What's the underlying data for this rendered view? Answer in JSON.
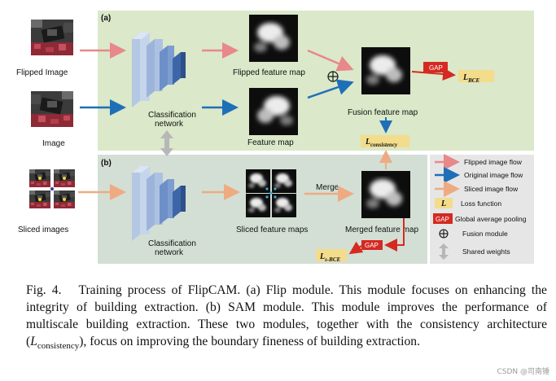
{
  "figure": {
    "panel_a_tag": "(a)",
    "panel_b_tag": "(b)",
    "inputs": {
      "flipped_image": "Flipped Image",
      "image": "Image",
      "sliced_images": "Sliced images"
    },
    "networks": {
      "top_label_line1": "Classification",
      "top_label_line2": "network",
      "bottom_label_line1": "Classification",
      "bottom_label_line2": "network"
    },
    "maps": {
      "flipped_feature_map": "Flipped feature map",
      "feature_map": "Feature map",
      "fusion_feature_map": "Fusion feature map",
      "sliced_feature_maps": "Sliced feature maps",
      "merged_feature_map": "Merged feature map",
      "merge_label": "Merge"
    },
    "gap_label": "GAP",
    "losses": {
      "bce_main": "L",
      "bce_sub": "BCE",
      "consistency_main": "L",
      "consistency_sub": "consistency",
      "sbce_main": "L",
      "sbce_sub": "s-BCE"
    },
    "legend": {
      "flipped_flow": "Flipped image flow",
      "original_flow": "Original image flow",
      "sliced_flow": "Sliced image flow",
      "loss_function": "Loss function",
      "loss_symbol": "L",
      "gap": "Global average pooling",
      "gap_symbol": "GAP",
      "fusion": "Fusion module",
      "shared": "Shared weights"
    },
    "colors": {
      "panel_a_bg": "#dbe8c9",
      "panel_b_bg": "#d3dfd4",
      "legend_bg": "#e6e6e6",
      "flipped_arrow": "#e8888a",
      "original_arrow": "#1f6fb8",
      "sliced_arrow": "#eeab82",
      "gap_red": "#d42a22",
      "loss_yellow": "#f3dc8c",
      "shared_gray": "#b7b7b7"
    }
  },
  "caption": {
    "prefix": "Fig. 4.",
    "text_before": "Training process of FlipCAM. (a) Flip module. This module focuses on enhancing the integrity of building extraction. (b) SAM module. This module improves the performance of multiscale building extraction. These two modules, together with the consistency architecture (",
    "symbol_main": "L",
    "symbol_sub": "consistency",
    "text_after": "), focus on improving the boundary fineness of building extraction."
  },
  "watermark": "CSDN @司南锤"
}
